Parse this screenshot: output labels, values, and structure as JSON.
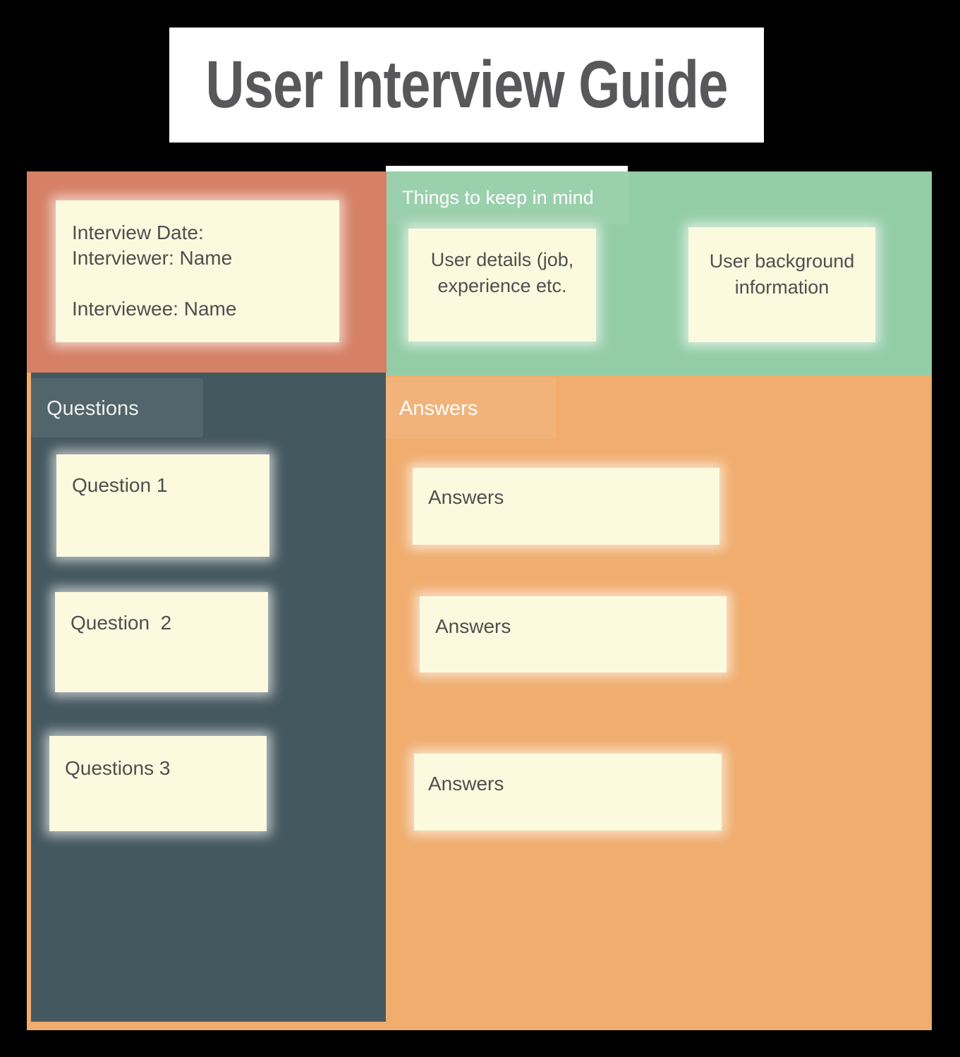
{
  "board": {
    "title": "User Interview Guide"
  },
  "colors": {
    "background": "#000000",
    "title_card": "#ffffff",
    "title_text": "#58585a",
    "salmon_panel": "#d68066",
    "green_panel": "#93cda6",
    "teal_panel": "#44585f",
    "orange_panel": "#f0ad6e",
    "sticky_note": "#fbfade",
    "note_text": "#4f4f4f",
    "header_text": "#ffffff"
  },
  "sections": {
    "interview_meta": {
      "note": {
        "lines": [
          "Interview Date:",
          "Interviewer: Name",
          "",
          "Interviewee: Name"
        ]
      }
    },
    "keep_in_mind": {
      "header": "Things to keep in mind",
      "notes": [
        {
          "lines": [
            "User details (job,",
            "experience etc."
          ]
        },
        {
          "lines": [
            "User background",
            "information"
          ]
        }
      ]
    },
    "questions": {
      "header": "Questions",
      "notes": [
        {
          "text": "Question 1"
        },
        {
          "text": "Question  2"
        },
        {
          "text": "Questions 3"
        }
      ]
    },
    "answers": {
      "header": "Answers",
      "notes": [
        {
          "text": "Answers"
        },
        {
          "text": "Answers"
        },
        {
          "text": "Answers"
        }
      ]
    }
  }
}
